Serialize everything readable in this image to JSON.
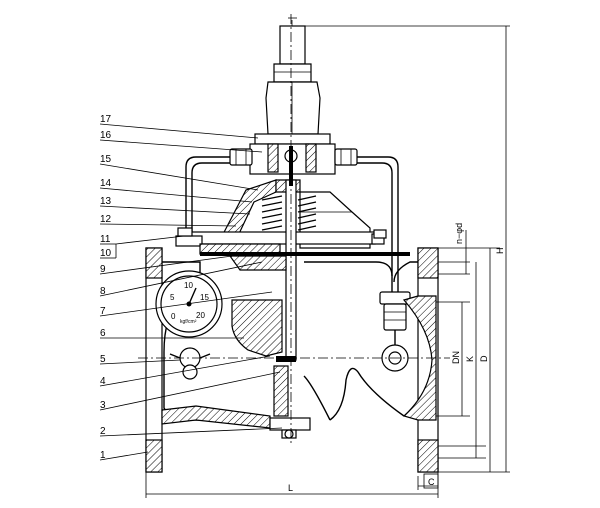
{
  "callouts": [
    {
      "n": "17"
    },
    {
      "n": "16"
    },
    {
      "n": "15"
    },
    {
      "n": "14"
    },
    {
      "n": "13"
    },
    {
      "n": "12"
    },
    {
      "n": "11"
    },
    {
      "n": "10"
    },
    {
      "n": "9"
    },
    {
      "n": "8"
    },
    {
      "n": "7"
    },
    {
      "n": "6"
    },
    {
      "n": "5"
    },
    {
      "n": "4"
    },
    {
      "n": "3"
    },
    {
      "n": "2"
    },
    {
      "n": "1"
    }
  ],
  "dimensions": {
    "n_phi_d": "n−φd",
    "H": "H",
    "DN": "DN",
    "K": "K",
    "D": "D",
    "L": "L",
    "C": "C"
  },
  "gauge": {
    "ticks": [
      "0",
      "5",
      "10",
      "15",
      "20"
    ],
    "unit": "kgf/cm²"
  }
}
